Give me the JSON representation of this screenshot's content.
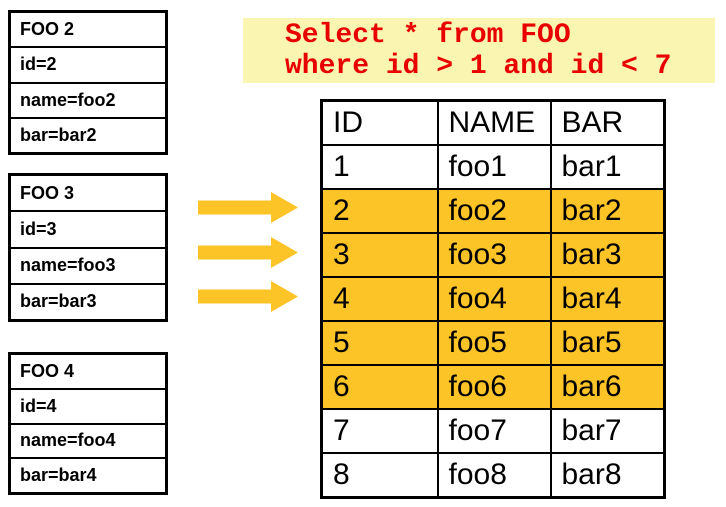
{
  "colors": {
    "highlight_gold": "#FDC428",
    "query_band_yellow": "#FAF6B2",
    "query_text_red": "#E80000",
    "line_black": "#000000"
  },
  "query": {
    "line1": "Select * from FOO",
    "line2": "where id > 1 and id < 7"
  },
  "record_boxes": [
    {
      "title": "FOO 2",
      "fields": [
        "id=2",
        "name=foo2",
        "bar=bar2"
      ]
    },
    {
      "title": "FOO 3",
      "fields": [
        "id=3",
        "name=foo3",
        "bar=bar3"
      ]
    },
    {
      "title": "FOO 4",
      "fields": [
        "id=4",
        "name=foo4",
        "bar=bar4"
      ]
    }
  ],
  "arrows": {
    "count": 3,
    "direction": "right",
    "color": "#FDC428"
  },
  "result_table": {
    "headers": [
      "ID",
      "NAME",
      "BAR"
    ],
    "rows": [
      [
        "1",
        "foo1",
        "bar1"
      ],
      [
        "2",
        "foo2",
        "bar2"
      ],
      [
        "3",
        "foo3",
        "bar3"
      ],
      [
        "4",
        "foo4",
        "bar4"
      ],
      [
        "5",
        "foo5",
        "bar5"
      ],
      [
        "6",
        "foo6",
        "bar6"
      ],
      [
        "7",
        "foo7",
        "bar7"
      ],
      [
        "8",
        "foo8",
        "bar8"
      ]
    ],
    "highlighted_ids": [
      "2",
      "3",
      "4",
      "5",
      "6"
    ]
  }
}
